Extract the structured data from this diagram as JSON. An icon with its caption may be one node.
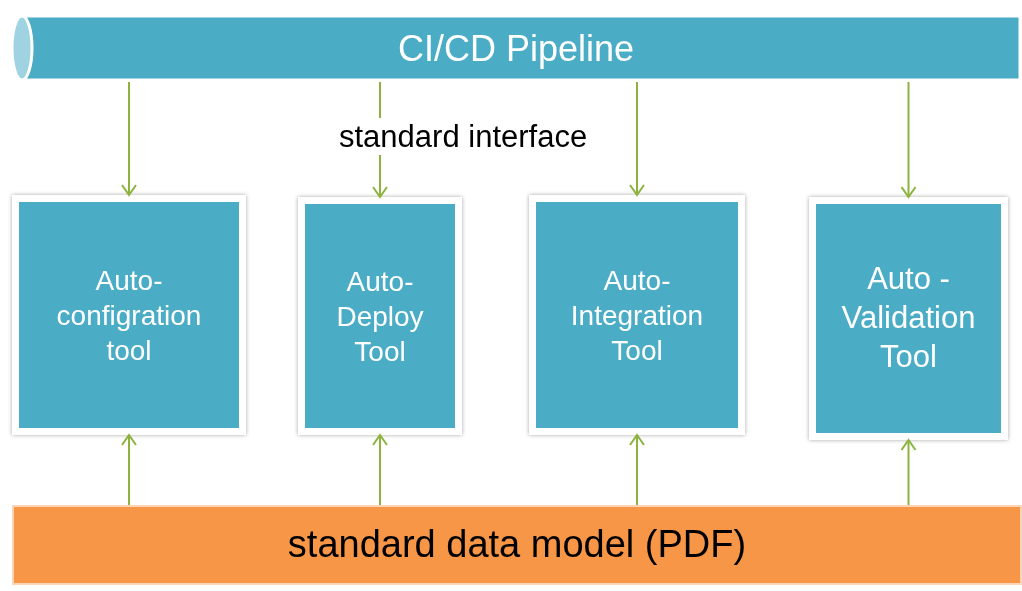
{
  "diagram": {
    "nodes": [
      {
        "text": [
          "CI/CD Pipeline"
        ]
      },
      {
        "text": [
          "Auto- configration tool"
        ]
      },
      {
        "text": [
          "Auto- Deploy Tool"
        ]
      },
      {
        "text": [
          "Auto- Integration Tool"
        ]
      },
      {
        "text": [
          "Auto - Validation Tool"
        ]
      },
      {
        "text": [
          "standard data model (PDF)"
        ]
      }
    ],
    "edges": [
      {
        "from": 0,
        "to": 1,
        "arrow": "to"
      },
      {
        "from": 0,
        "to": 2,
        "arrow": "to"
      },
      {
        "from": 0,
        "to": 3,
        "arrow": "to"
      },
      {
        "from": 0,
        "to": 4,
        "arrow": "to"
      },
      {
        "from": 5,
        "to": 1,
        "arrow": "to"
      },
      {
        "from": 5,
        "to": 2,
        "arrow": "to"
      },
      {
        "from": 5,
        "to": 3,
        "arrow": "to"
      },
      {
        "from": 5,
        "to": 4,
        "arrow": "to"
      }
    ],
    "labels": [
      "standard interface"
    ]
  }
}
